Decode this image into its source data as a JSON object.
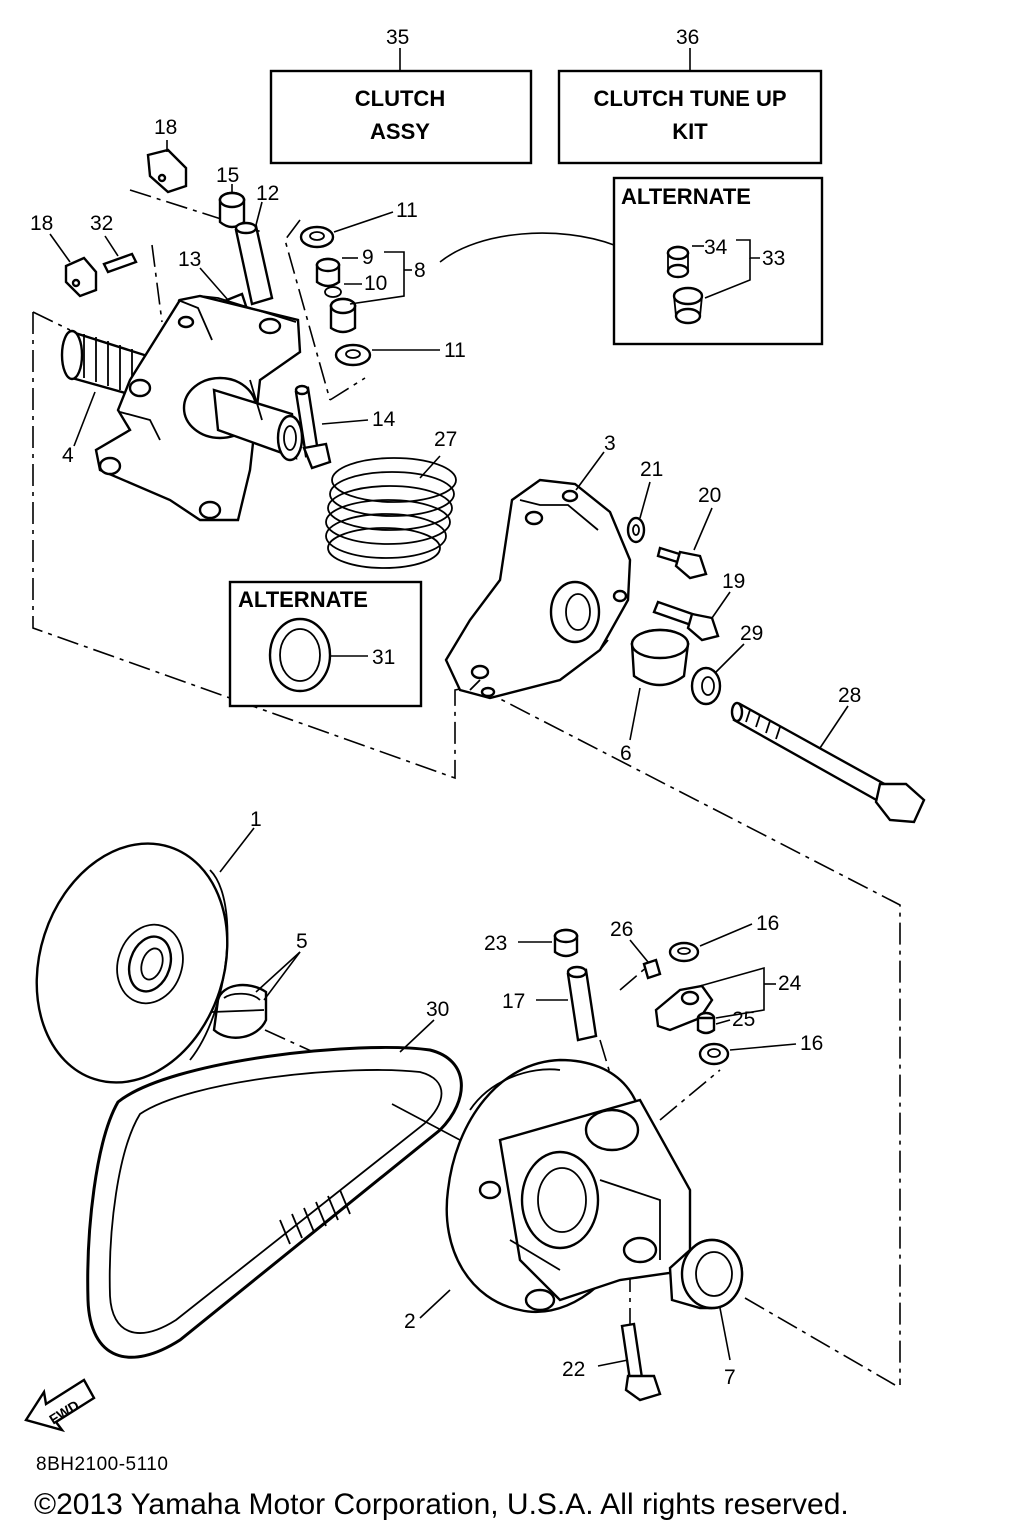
{
  "boxes": {
    "clutch_assy": {
      "number": "35",
      "line1": "CLUTCH",
      "line2": "ASSY"
    },
    "tune_up_kit": {
      "number": "36",
      "line1": "CLUTCH TUNE UP",
      "line2": "KIT"
    },
    "alternate_top": {
      "title": "ALTERNATE"
    },
    "alternate_mid": {
      "title": "ALTERNATE"
    }
  },
  "callouts": {
    "p1": "1",
    "p2": "2",
    "p3": "3",
    "p4": "4",
    "p5": "5",
    "p6": "6",
    "p7": "7",
    "p8": "8",
    "p9": "9",
    "p10": "10",
    "p11a": "11",
    "p11b": "11",
    "p12": "12",
    "p13": "13",
    "p14": "14",
    "p15": "15",
    "p16a": "16",
    "p16b": "16",
    "p17": "17",
    "p18a": "18",
    "p18b": "18",
    "p19": "19",
    "p20": "20",
    "p21": "21",
    "p22": "22",
    "p23": "23",
    "p24": "24",
    "p25": "25",
    "p26": "26",
    "p27": "27",
    "p28": "28",
    "p29": "29",
    "p30": "30",
    "p31": "31",
    "p32": "32",
    "p33": "33",
    "p34": "34"
  },
  "fwd_label": "FWD",
  "footer": {
    "catalog_code": "8BH2100-5110",
    "copyright": "©2013 Yamaha Motor Corporation, U.S.A. All rights reserved."
  }
}
